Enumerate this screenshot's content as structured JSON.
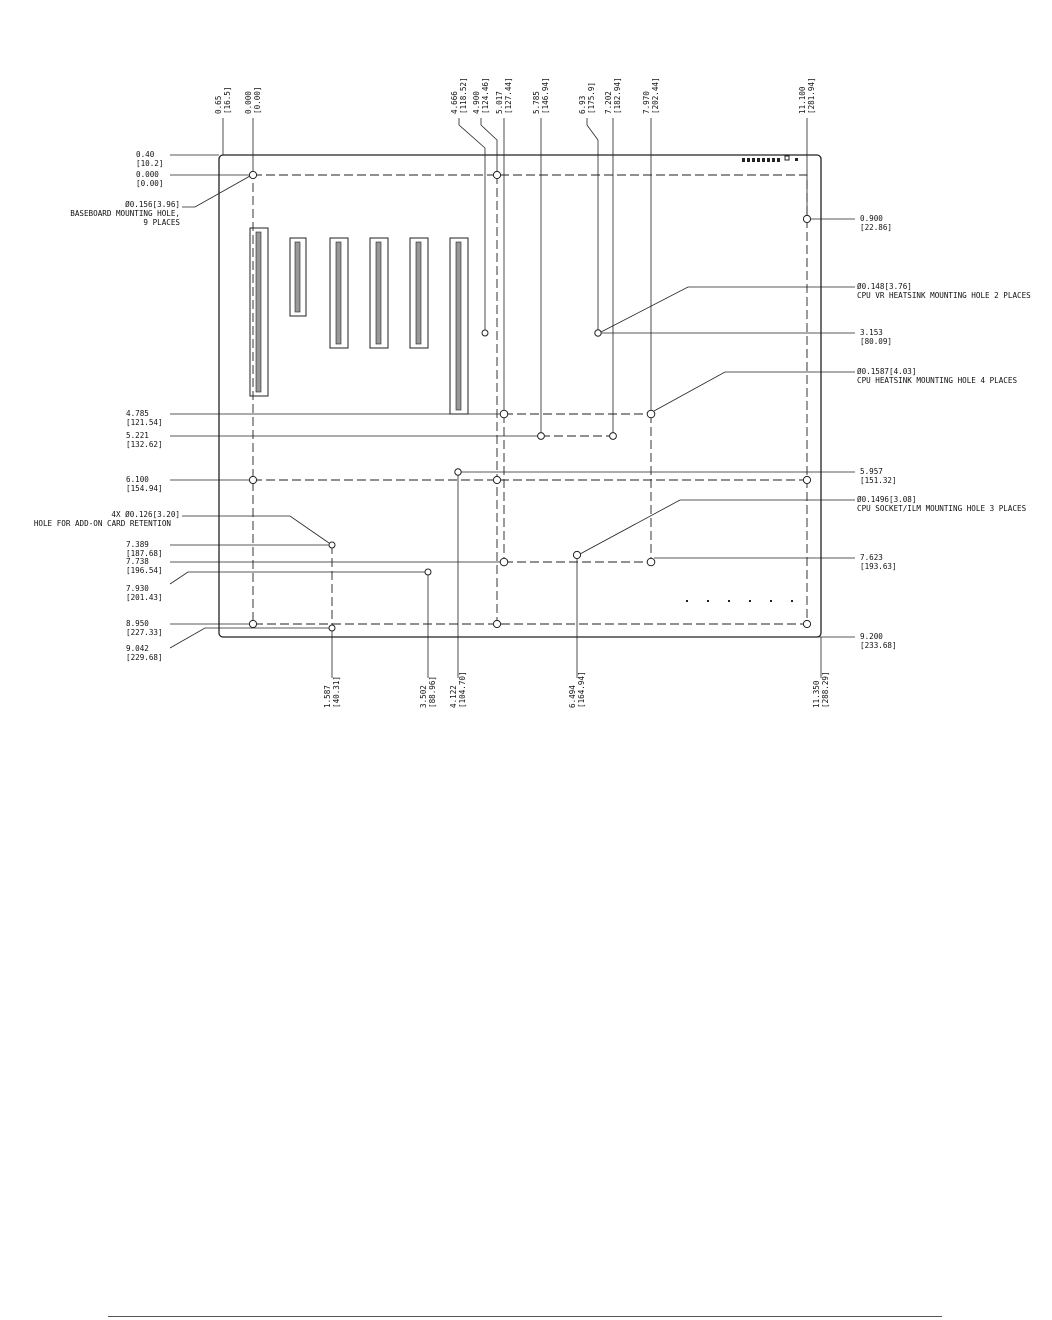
{
  "top_dims": [
    {
      "a": "0.65",
      "b": "[16.5]"
    },
    {
      "a": "0.000",
      "b": "[0.00]"
    },
    {
      "a": "4.666",
      "b": "[118.52]"
    },
    {
      "a": "4.900",
      "b": "[124.46]"
    },
    {
      "a": "5.017",
      "b": "[127.44]"
    },
    {
      "a": "5.785",
      "b": "[146.94]"
    },
    {
      "a": "6.93",
      "b": "[175.9]"
    },
    {
      "a": "7.202",
      "b": "[182.94]"
    },
    {
      "a": "7.970",
      "b": "[202.44]"
    },
    {
      "a": "11.100",
      "b": "[281.94]"
    }
  ],
  "bottom_dims": [
    {
      "a": "1.587",
      "b": "[40.31]"
    },
    {
      "a": "3.502",
      "b": "[88.96]"
    },
    {
      "a": "4.122",
      "b": "[104.70]"
    },
    {
      "a": "6.494",
      "b": "[164.94]"
    },
    {
      "a": "11.350",
      "b": "[288.29]"
    }
  ],
  "left_dims": [
    {
      "a": "0.40",
      "b": "[10.2]"
    },
    {
      "a": "0.000",
      "b": "[0.00]"
    },
    {
      "a": "4.785",
      "b": "[121.54]"
    },
    {
      "a": "5.221",
      "b": "[132.62]"
    },
    {
      "a": "6.100",
      "b": "[154.94]"
    },
    {
      "a": "7.389",
      "b": "[187.68]"
    },
    {
      "a": "7.738",
      "b": "[196.54]"
    },
    {
      "a": "7.930",
      "b": "[201.43]"
    },
    {
      "a": "8.950",
      "b": "[227.33]"
    },
    {
      "a": "9.042",
      "b": "[229.68]"
    }
  ],
  "right_dims": [
    {
      "a": "0.900",
      "b": "[22.86]"
    },
    {
      "a": "3.153",
      "b": "[80.09]"
    },
    {
      "a": "5.957",
      "b": "[151.32]"
    },
    {
      "a": "7.623",
      "b": "[193.63]"
    },
    {
      "a": "9.200",
      "b": "[233.68]"
    }
  ],
  "callouts": {
    "baseboard": [
      "Ø0.156[3.96]",
      "BASEBOARD MOUNTING HOLE,",
      "9 PLACES"
    ],
    "addon": [
      "4X Ø0.126[3.20]",
      "HOLE FOR ADD-ON CARD RETENTION"
    ],
    "vr": [
      "Ø0.148[3.76]",
      "CPU VR HEATSINK MOUNTING HOLE 2 PLACES"
    ],
    "heatsink": [
      "Ø0.1587[4.03]",
      "CPU HEATSINK MOUNTING HOLE 4 PLACES"
    ],
    "socket": [
      "Ø0.1496[3.08]",
      "CPU SOCKET/ILM MOUNTING HOLE 3 PLACES"
    ]
  }
}
